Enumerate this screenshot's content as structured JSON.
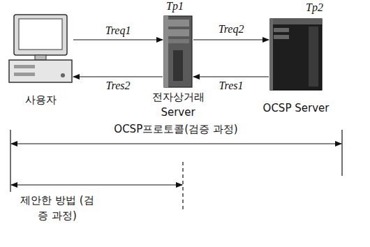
{
  "diagram": {
    "nodes": [
      {
        "text": [
          "사용자"
        ]
      },
      {
        "text": [
          "Tp1",
          "전자상거래 Server"
        ]
      },
      {
        "text": [
          "Tp2",
          "OCSP Server"
        ]
      }
    ],
    "edges": [
      {
        "from": 0,
        "to": 1,
        "label": "Treq1",
        "arrow": "to"
      },
      {
        "from": 1,
        "to": 2,
        "label": "Treq2",
        "arrow": "to"
      },
      {
        "from": 2,
        "to": 1,
        "label": "Tres1",
        "arrow": "to"
      },
      {
        "from": 1,
        "to": 0,
        "label": "Tres2",
        "arrow": "to"
      }
    ],
    "labels": [
      "OCSP프로토콜(검증 과정)",
      "제안한 방법 (검증 과정)"
    ]
  }
}
